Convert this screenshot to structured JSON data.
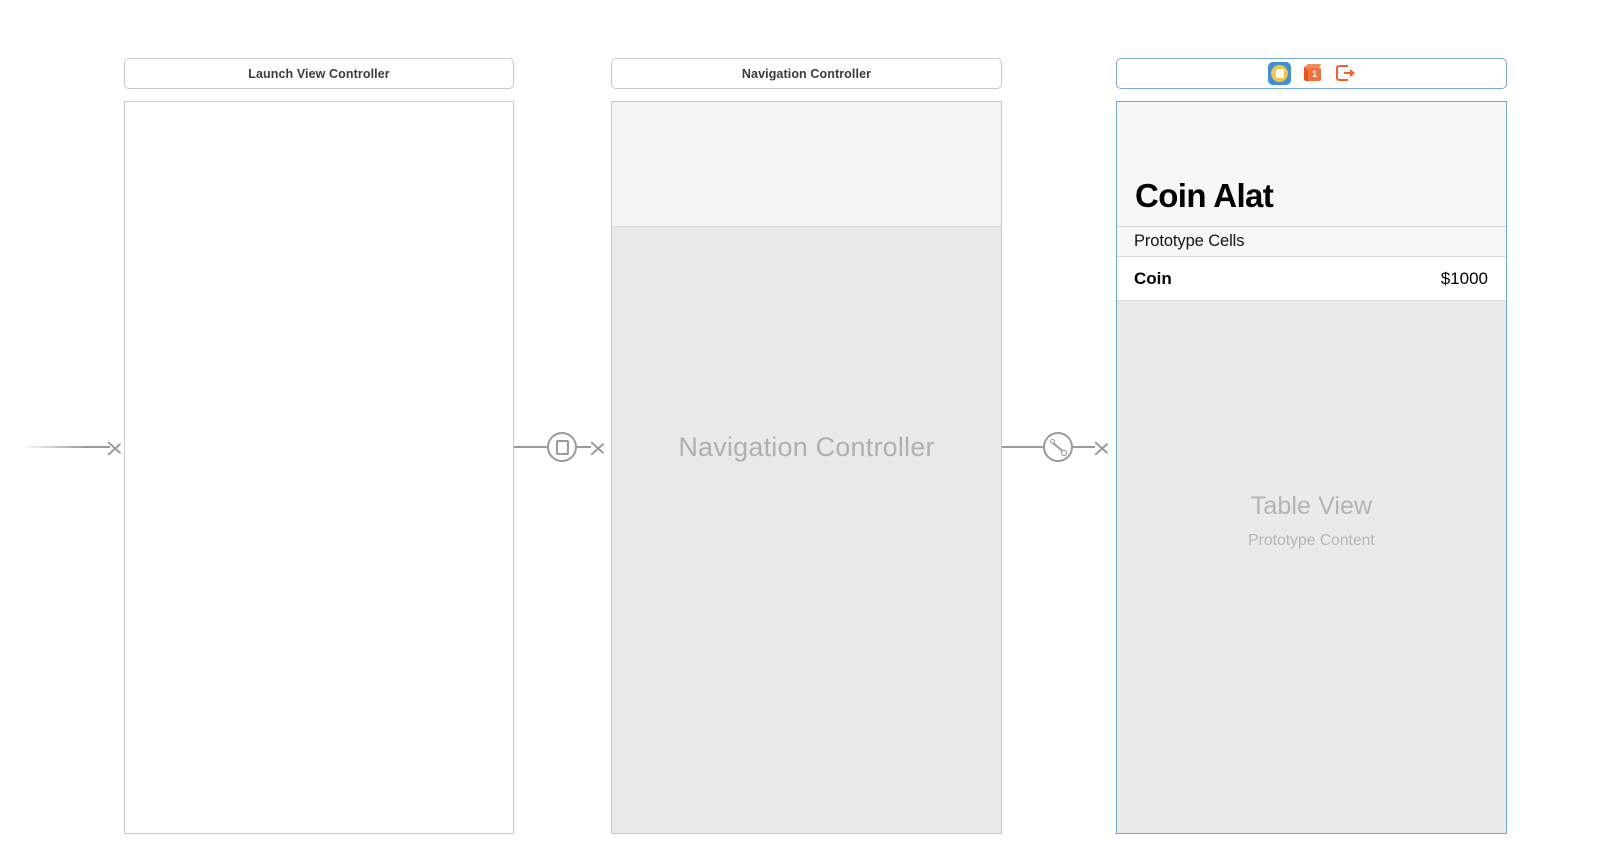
{
  "canvas": {
    "background": "#ffffff",
    "selection_color": "#6fa8de",
    "connector_color": "#9b9b9b"
  },
  "scenes": [
    {
      "id": "launch",
      "title": "Launch View Controller",
      "selected": false
    },
    {
      "id": "navigation",
      "title": "Navigation Controller",
      "selected": false,
      "placeholder_label": "Navigation Controller"
    },
    {
      "id": "coin",
      "title": "",
      "selected": true,
      "dock_icons": [
        {
          "name": "view-controller-icon",
          "label": "View Controller",
          "selected": true
        },
        {
          "name": "first-responder-icon",
          "label": "First Responder",
          "badge": "1",
          "selected": false
        },
        {
          "name": "exit-icon",
          "label": "Exit",
          "selected": false
        }
      ],
      "navigation_bar": {
        "large_title": "Coin Alat"
      },
      "table": {
        "section_header": "Prototype Cells",
        "columns": [
          "Title",
          "Detail"
        ],
        "rows": [
          {
            "title": "Coin",
            "detail": "$1000"
          }
        ],
        "placeholder_title": "Table View",
        "placeholder_subtitle": "Prototype Content"
      }
    }
  ],
  "connectors": [
    {
      "id": "entry-point",
      "name": "storyboard-entry-point",
      "type": "entry",
      "badge": null
    },
    {
      "id": "segue-1",
      "name": "relationship-segue",
      "type": "relationship",
      "badge": "relationship-root-view-controller"
    },
    {
      "id": "segue-2",
      "name": "show-segue",
      "type": "show",
      "badge": "show-segue"
    }
  ]
}
